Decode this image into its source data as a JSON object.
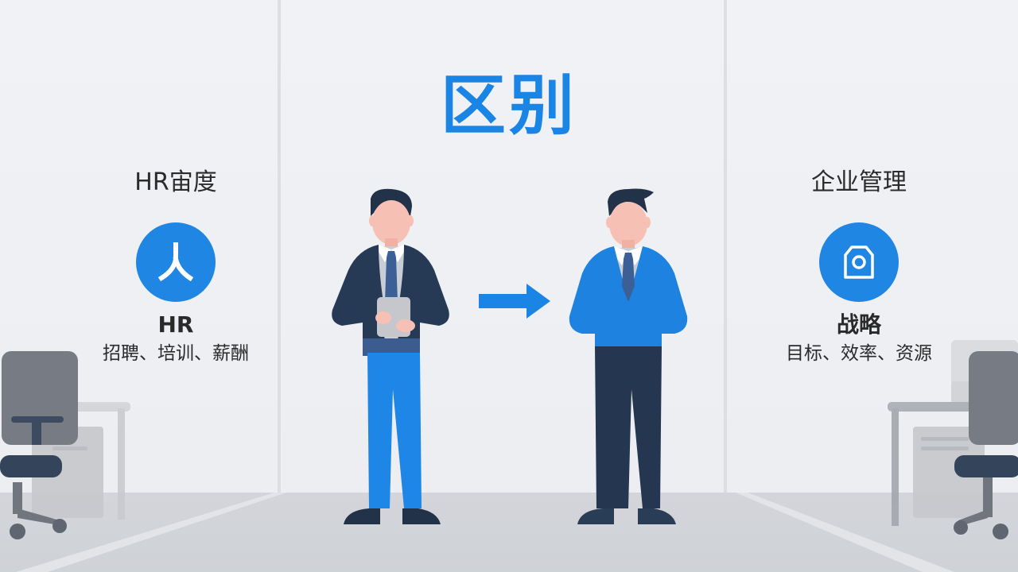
{
  "title": "区别",
  "left_panel": {
    "heading": "HR宙度",
    "icon": "person-icon",
    "icon_glyph": "人",
    "subtitle": "HR",
    "description": "招聘、培训、薪酬"
  },
  "right_panel": {
    "heading": "企业管理",
    "icon": "strategy-target-icon",
    "subtitle": "战略",
    "description": "目标、效率、资源"
  },
  "figures": [
    {
      "role": "hr-person",
      "jacket": "#263a55",
      "pants": "#1d86e6",
      "holding": "tablet"
    },
    {
      "role": "manager-person",
      "sweater": "#1d82e0",
      "pants": "#243650"
    }
  ],
  "arrow": {
    "direction": "right",
    "color": "#1b85e6"
  },
  "colors": {
    "accent_blue": "#1b85e6",
    "navy": "#263a55",
    "wall": "#eef0f3",
    "floor": "#d2d4d9",
    "text_dark": "#2a2a2a"
  }
}
